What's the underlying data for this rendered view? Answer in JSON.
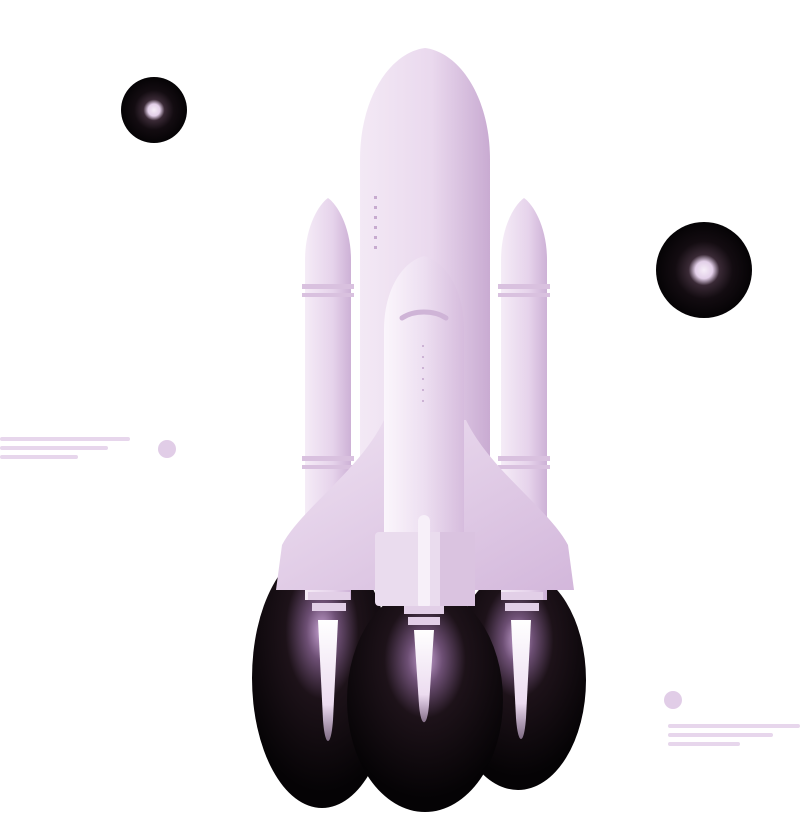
{
  "illustration": {
    "subject": "space-shuttle-launch",
    "colors": {
      "background": "#ffffff",
      "shuttle_light": "#f1e6f3",
      "shuttle_mid": "#ddc6e3",
      "shuttle_shadow": "#c7a9d0",
      "exhaust_dark": "#0b0609",
      "exhaust_glow": "#b58dc2",
      "flame_core": "#fbf5fc",
      "orb_dark": "#120c10",
      "accent_lines": "#e5d2ea"
    },
    "elements": {
      "boosters": 2,
      "engines": 3,
      "planets": 2,
      "small_dots": 2,
      "speed_line_groups": 2
    }
  }
}
